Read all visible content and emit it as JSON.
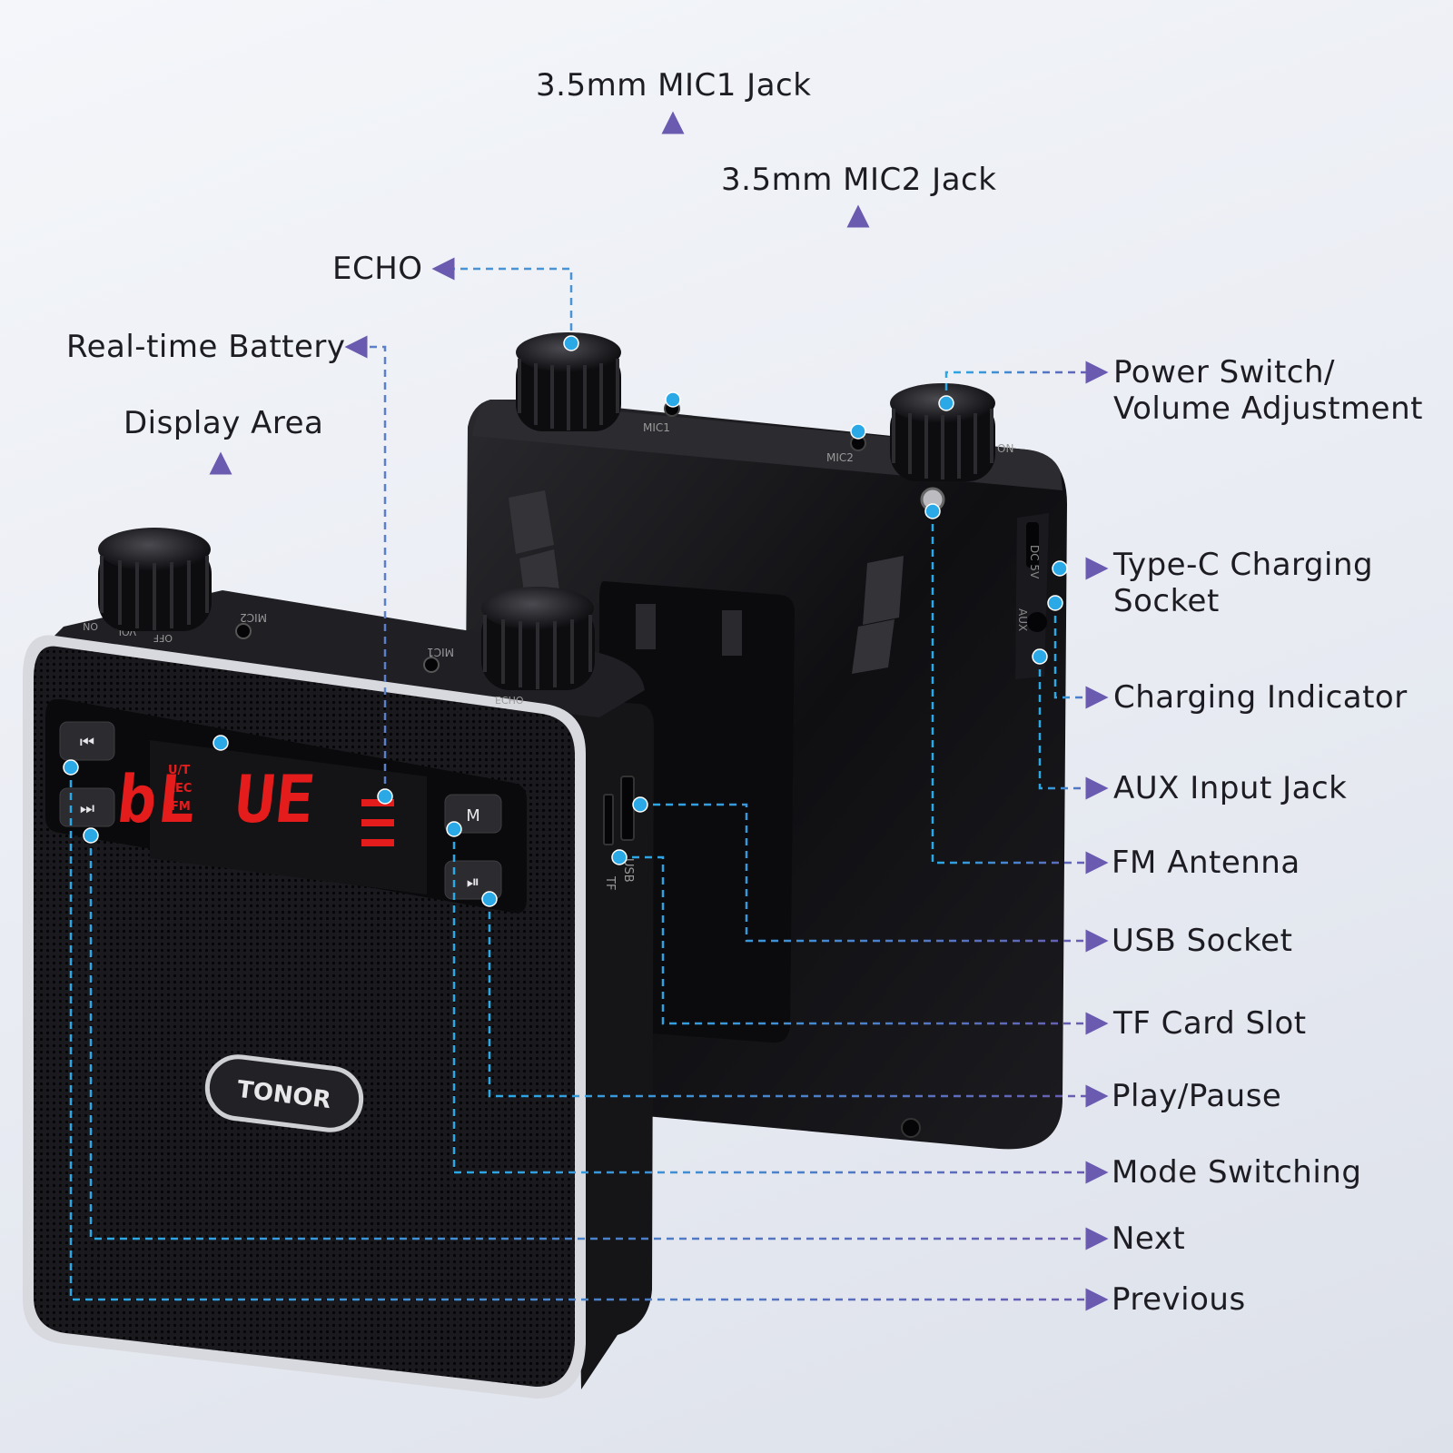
{
  "labels": {
    "mic1": "3.5mm MIC1 Jack",
    "mic2": "3.5mm MIC2 Jack",
    "echo": "ECHO",
    "battery": "Real-time Battery",
    "display": "Display Area",
    "power_line1": "Power Switch/",
    "power_line2": "Volume Adjustment",
    "typec_line1": "Type-C Charging",
    "typec_line2": "Socket",
    "charging_indicator": "Charging Indicator",
    "aux": "AUX Input Jack",
    "fm": "FM Antenna",
    "usb": "USB Socket",
    "tf": "TF Card Slot",
    "play_pause": "Play/Pause",
    "mode": "Mode Switching",
    "next": "Next",
    "previous": "Previous"
  },
  "device": {
    "brand": "TONOR",
    "display_text": "bL UE",
    "display_indicators": [
      "U/T",
      "REC",
      "FM"
    ],
    "mode_button": "M",
    "front_jacks": [
      "MIC2",
      "MIC1"
    ],
    "front_knob_labels": [
      "OFF",
      "VOL",
      "ON",
      "ECHO"
    ],
    "back_jacks": [
      "MIC1",
      "MIC2"
    ],
    "back_knob_label": "ON",
    "side_ports": [
      "DC 5V",
      "AUX"
    ],
    "side_slots": [
      "USB",
      "TF"
    ]
  },
  "colors": {
    "dot": "#2aa9e6",
    "line_cyan": "#2aa9e6",
    "line_purple": "#6a5bb0",
    "display_red": "#e51c1c",
    "device_body": "#111114"
  }
}
